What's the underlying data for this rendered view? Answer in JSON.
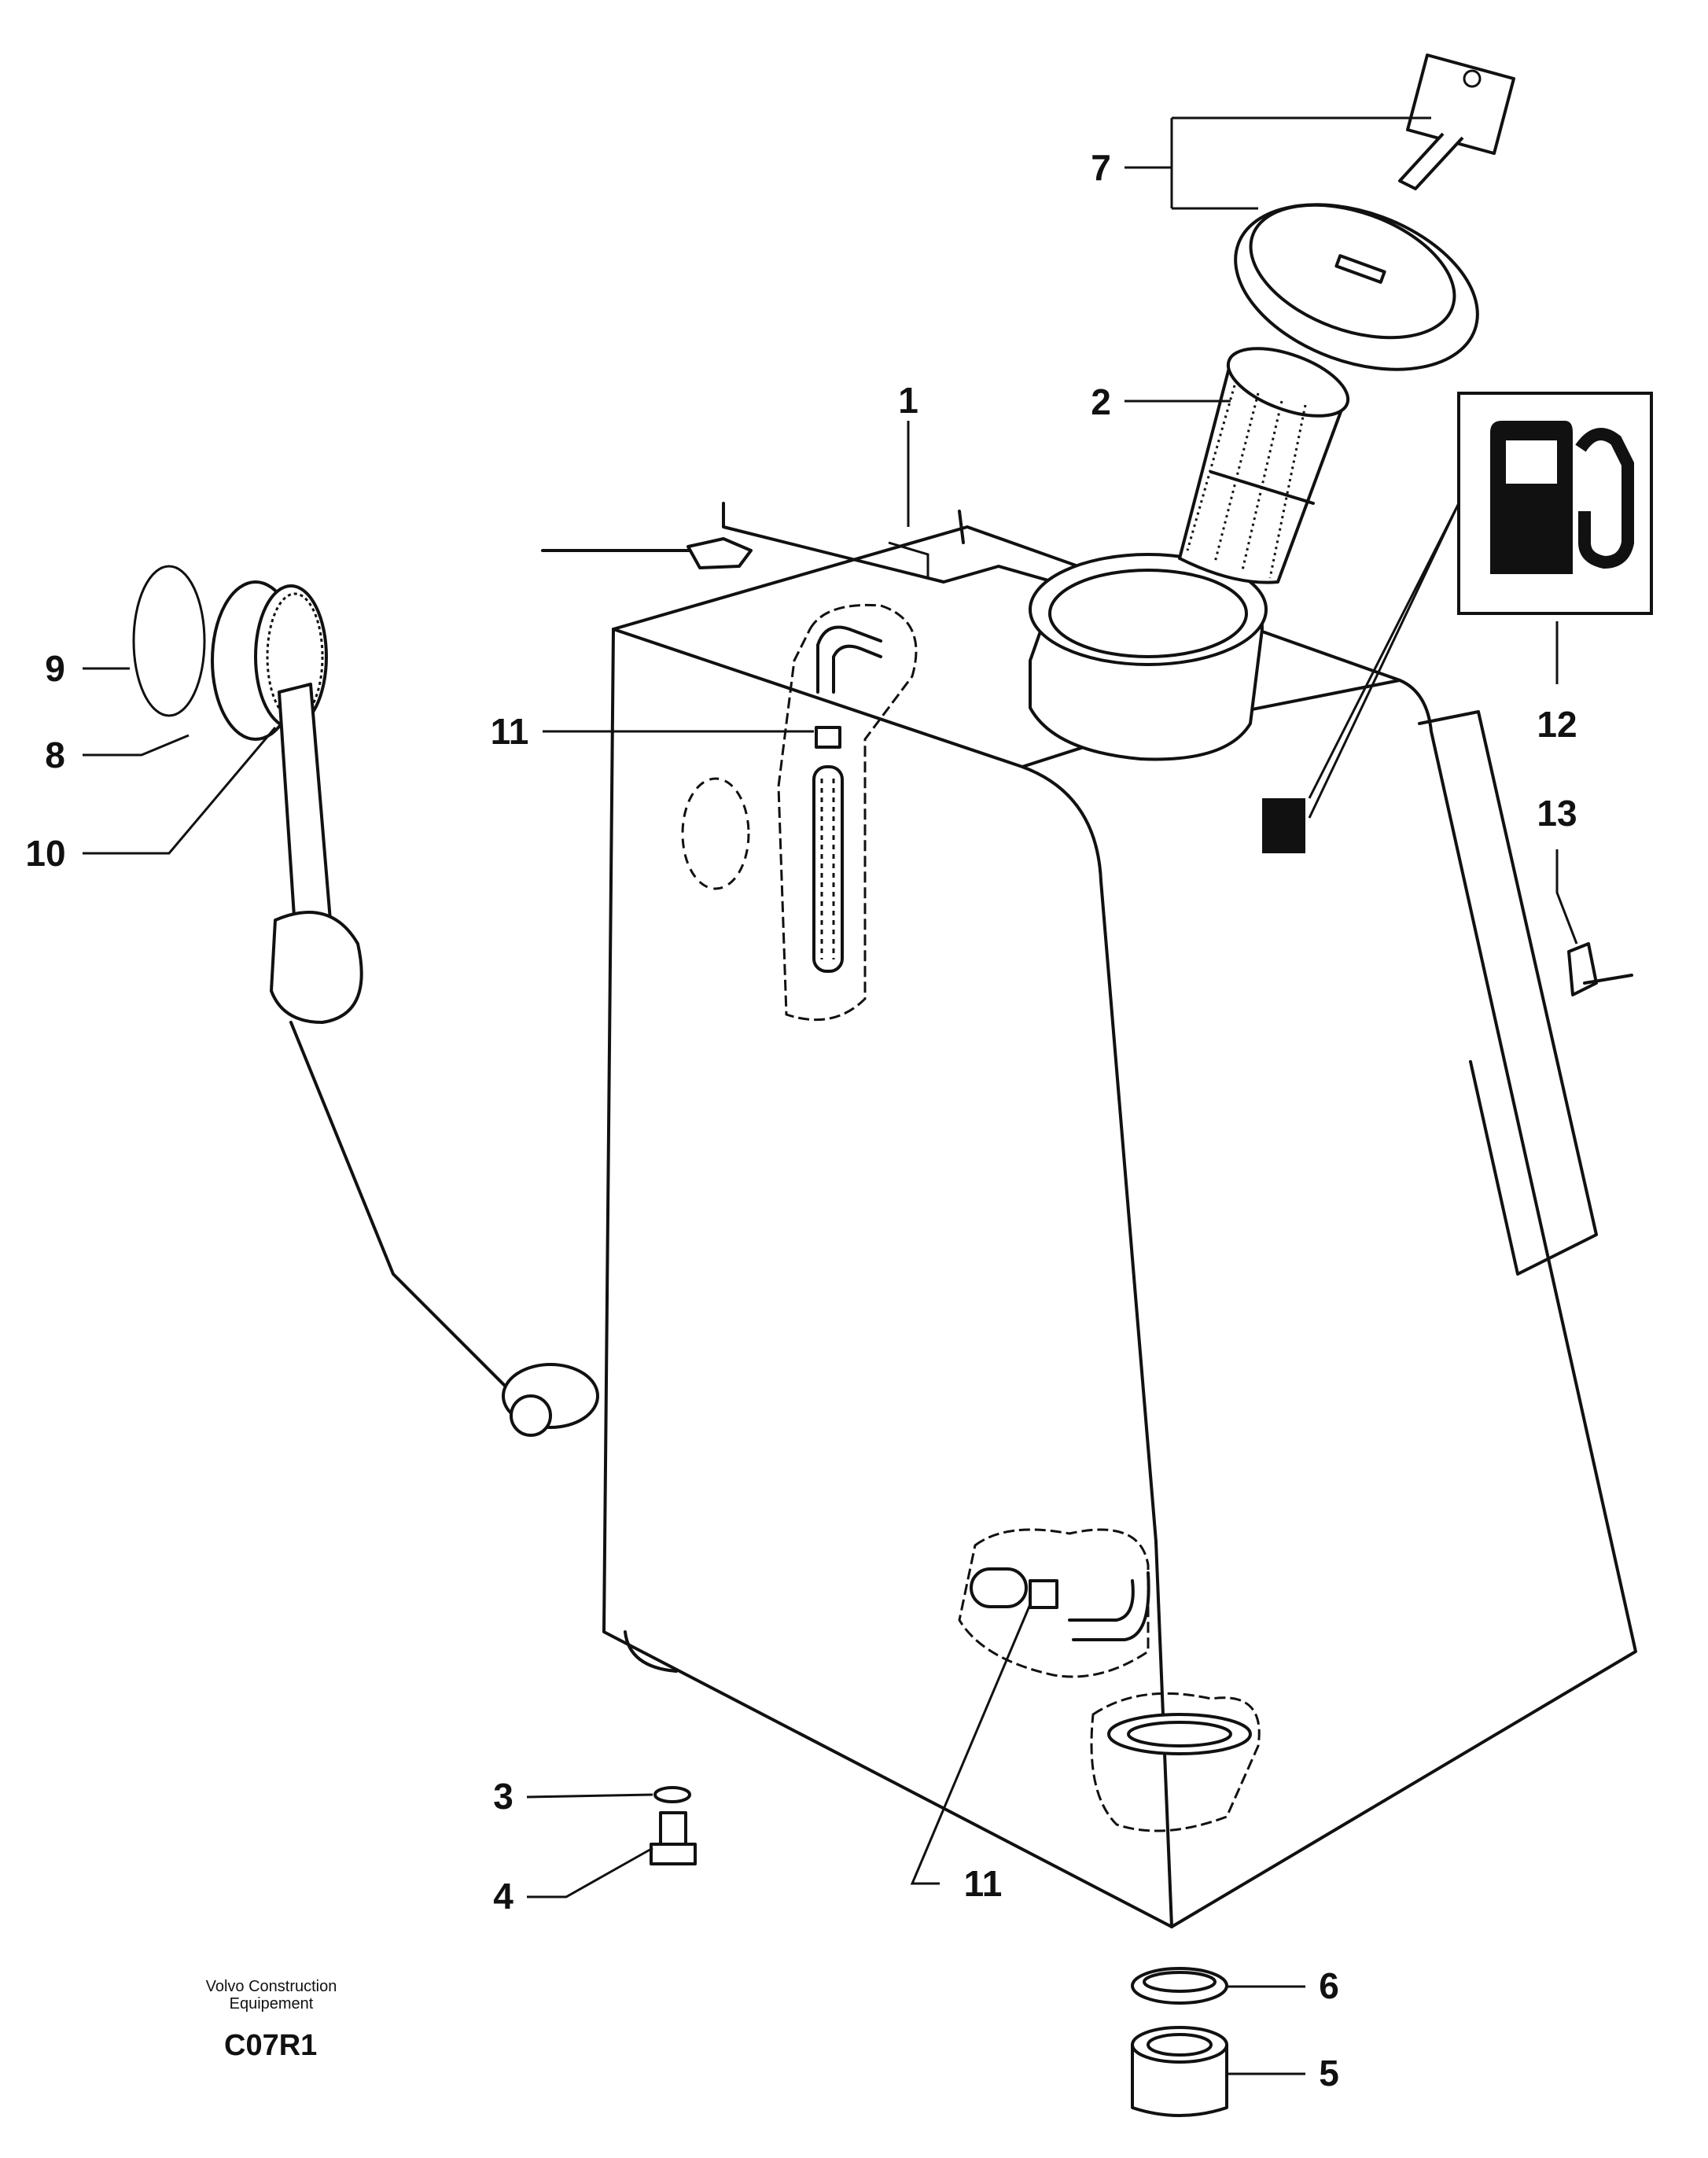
{
  "callouts": [
    {
      "id": "1",
      "label": "1"
    },
    {
      "id": "2",
      "label": "2"
    },
    {
      "id": "3",
      "label": "3"
    },
    {
      "id": "4",
      "label": "4"
    },
    {
      "id": "5",
      "label": "5"
    },
    {
      "id": "6",
      "label": "6"
    },
    {
      "id": "7",
      "label": "7"
    },
    {
      "id": "8",
      "label": "8"
    },
    {
      "id": "9",
      "label": "9"
    },
    {
      "id": "10",
      "label": "10"
    },
    {
      "id": "11a",
      "label": "11"
    },
    {
      "id": "11b",
      "label": "11"
    },
    {
      "id": "12",
      "label": "12"
    },
    {
      "id": "13",
      "label": "13"
    }
  ],
  "footer": {
    "company_line1": "Volvo Construction",
    "company_line2": "Equipement",
    "code": "C07R1"
  },
  "icons": {
    "fuel_symbol": "fuel-pump-icon"
  }
}
